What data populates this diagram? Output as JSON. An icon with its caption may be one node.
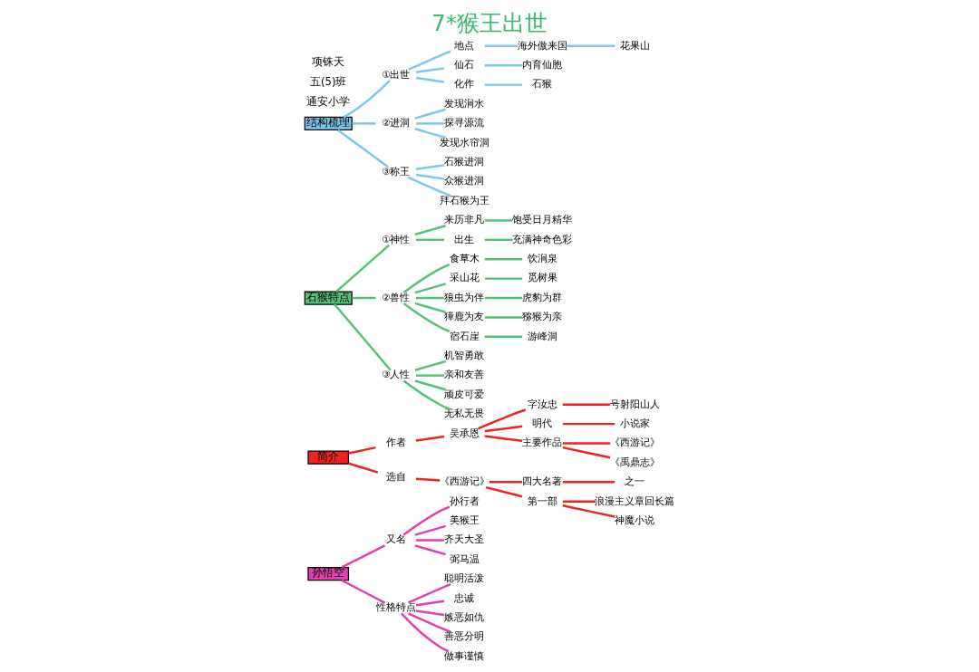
{
  "diagram": {
    "title": "7*猴王出世",
    "nodes": [
      {
        "text": [
          "孙悟空"
        ]
      },
      {
        "text": [
          "又名"
        ]
      },
      {
        "text": [
          "孙行者"
        ]
      },
      {
        "text": [
          "美猴王"
        ]
      },
      {
        "text": [
          "齐天大圣"
        ]
      },
      {
        "text": [
          "弼马温"
        ]
      },
      {
        "text": [
          "性格特点"
        ]
      },
      {
        "text": [
          "聪明活泼"
        ]
      },
      {
        "text": [
          "忠诚"
        ]
      },
      {
        "text": [
          "嫉恶如仇"
        ]
      },
      {
        "text": [
          "善恶分明"
        ]
      },
      {
        "text": [
          "做事谨慎"
        ]
      },
      {
        "text": [
          "简介"
        ]
      },
      {
        "text": [
          "作者"
        ]
      },
      {
        "text": [
          "吴承恩"
        ]
      },
      {
        "text": [
          "字汝忠"
        ]
      },
      {
        "text": [
          "号射阳山人"
        ]
      },
      {
        "text": [
          "明代"
        ]
      },
      {
        "text": [
          "小说家"
        ]
      },
      {
        "text": [
          "主要作品"
        ]
      },
      {
        "text": [
          "《西游记》"
        ]
      },
      {
        "text": [
          "《禹鼎志》"
        ]
      },
      {
        "text": [
          "选自"
        ]
      },
      {
        "text": [
          "《西游记》"
        ]
      },
      {
        "text": [
          "四大名著"
        ]
      },
      {
        "text": [
          "之一"
        ]
      },
      {
        "text": [
          "第一部"
        ]
      },
      {
        "text": [
          "浪漫主义章回长篇"
        ]
      },
      {
        "text": [
          "神魔小说"
        ]
      },
      {
        "text": [
          "石猴特点"
        ]
      },
      {
        "text": [
          "①神性"
        ]
      },
      {
        "text": [
          "来历非凡"
        ]
      },
      {
        "text": [
          "饱受日月精华"
        ]
      },
      {
        "text": [
          "出生"
        ]
      },
      {
        "text": [
          "充满神奇色彩"
        ]
      },
      {
        "text": [
          "②兽性"
        ]
      },
      {
        "text": [
          "食草木"
        ]
      },
      {
        "text": [
          "饮涧泉"
        ]
      },
      {
        "text": [
          "采山花"
        ]
      },
      {
        "text": [
          "觅树果"
        ]
      },
      {
        "text": [
          "狼虫为伴"
        ]
      },
      {
        "text": [
          "虎豹为群"
        ]
      },
      {
        "text": [
          "獐鹿为友"
        ]
      },
      {
        "text": [
          "猕猴为亲"
        ]
      },
      {
        "text": [
          "宿石崖"
        ]
      },
      {
        "text": [
          "游峰洞"
        ]
      },
      {
        "text": [
          "③人性"
        ]
      },
      {
        "text": [
          "机智勇敢"
        ]
      },
      {
        "text": [
          "亲和友善"
        ]
      },
      {
        "text": [
          "顽皮可爱"
        ]
      },
      {
        "text": [
          "无私无畏"
        ]
      },
      {
        "text": [
          "结构梳理"
        ]
      },
      {
        "text": [
          "①出世"
        ]
      },
      {
        "text": [
          "地点"
        ]
      },
      {
        "text": [
          "海外傲来国"
        ]
      },
      {
        "text": [
          "花果山"
        ]
      },
      {
        "text": [
          "仙石"
        ]
      },
      {
        "text": [
          "内育仙胞"
        ]
      },
      {
        "text": [
          "化作"
        ]
      },
      {
        "text": [
          "石猴"
        ]
      },
      {
        "text": [
          "②进洞"
        ]
      },
      {
        "text": [
          "发现涧水"
        ]
      },
      {
        "text": [
          "探寻源流"
        ]
      },
      {
        "text": [
          "发现水帘洞"
        ]
      },
      {
        "text": [
          "③称王"
        ]
      },
      {
        "text": [
          "石猴进洞"
        ]
      },
      {
        "text": [
          "众猴进洞"
        ]
      },
      {
        "text": [
          "拜石猴为王"
        ]
      }
    ],
    "edges": [
      {
        "from": 0,
        "to": 1,
        "arrow": "none",
        "color": "#e040b0"
      },
      {
        "from": 1,
        "to": 2,
        "arrow": "none",
        "color": "#e040b0"
      },
      {
        "from": 1,
        "to": 3,
        "arrow": "none",
        "color": "#e040b0"
      },
      {
        "from": 1,
        "to": 4,
        "arrow": "none",
        "color": "#e040b0"
      },
      {
        "from": 1,
        "to": 5,
        "arrow": "none",
        "color": "#e040b0"
      },
      {
        "from": 0,
        "to": 6,
        "arrow": "none",
        "color": "#e040b0"
      },
      {
        "from": 6,
        "to": 7,
        "arrow": "none",
        "color": "#e040b0"
      },
      {
        "from": 6,
        "to": 8,
        "arrow": "none",
        "color": "#e040b0"
      },
      {
        "from": 6,
        "to": 9,
        "arrow": "none",
        "color": "#e040b0"
      },
      {
        "from": 6,
        "to": 10,
        "arrow": "none",
        "color": "#e040b0"
      },
      {
        "from": 6,
        "to": 11,
        "arrow": "none",
        "color": "#e040b0"
      },
      {
        "from": 12,
        "to": 13,
        "arrow": "none",
        "color": "#ee2222"
      },
      {
        "from": 13,
        "to": 14,
        "arrow": "none",
        "color": "#ee2222"
      },
      {
        "from": 14,
        "to": 15,
        "arrow": "none",
        "color": "#ee2222"
      },
      {
        "from": 15,
        "to": 16,
        "arrow": "none",
        "color": "#ee2222"
      },
      {
        "from": 14,
        "to": 17,
        "arrow": "none",
        "color": "#ee2222"
      },
      {
        "from": 17,
        "to": 18,
        "arrow": "none",
        "color": "#ee2222"
      },
      {
        "from": 14,
        "to": 19,
        "arrow": "none",
        "color": "#ee2222"
      },
      {
        "from": 19,
        "to": 20,
        "arrow": "none",
        "color": "#ee2222"
      },
      {
        "from": 19,
        "to": 21,
        "arrow": "none",
        "color": "#ee2222"
      },
      {
        "from": 12,
        "to": 22,
        "arrow": "none",
        "color": "#ee2222"
      },
      {
        "from": 22,
        "to": 23,
        "arrow": "none",
        "color": "#ee2222"
      },
      {
        "from": 23,
        "to": 24,
        "arrow": "none",
        "color": "#ee2222"
      },
      {
        "from": 24,
        "to": 25,
        "arrow": "none",
        "color": "#ee2222"
      },
      {
        "from": 23,
        "to": 26,
        "arrow": "none",
        "color": "#ee2222"
      },
      {
        "from": 26,
        "to": 27,
        "arrow": "none",
        "color": "#ee2222"
      },
      {
        "from": 26,
        "to": 28,
        "arrow": "none",
        "color": "#ee2222"
      },
      {
        "from": 29,
        "to": 30,
        "arrow": "none",
        "color": "#55c07a"
      },
      {
        "from": 30,
        "to": 31,
        "arrow": "none",
        "color": "#55c07a"
      },
      {
        "from": 31,
        "to": 32,
        "arrow": "none",
        "color": "#55c07a"
      },
      {
        "from": 30,
        "to": 33,
        "arrow": "none",
        "color": "#55c07a"
      },
      {
        "from": 33,
        "to": 34,
        "arrow": "none",
        "color": "#55c07a"
      },
      {
        "from": 29,
        "to": 35,
        "arrow": "none",
        "color": "#55c07a"
      },
      {
        "from": 35,
        "to": 36,
        "arrow": "none",
        "color": "#55c07a"
      },
      {
        "from": 36,
        "to": 37,
        "arrow": "none",
        "color": "#55c07a"
      },
      {
        "from": 35,
        "to": 38,
        "arrow": "none",
        "color": "#55c07a"
      },
      {
        "from": 38,
        "to": 39,
        "arrow": "none",
        "color": "#55c07a"
      },
      {
        "from": 35,
        "to": 40,
        "arrow": "none",
        "color": "#55c07a"
      },
      {
        "from": 40,
        "to": 41,
        "arrow": "none",
        "color": "#55c07a"
      },
      {
        "from": 35,
        "to": 42,
        "arrow": "none",
        "color": "#55c07a"
      },
      {
        "from": 42,
        "to": 43,
        "arrow": "none",
        "color": "#55c07a"
      },
      {
        "from": 35,
        "to": 44,
        "arrow": "none",
        "color": "#55c07a"
      },
      {
        "from": 44,
        "to": 45,
        "arrow": "none",
        "color": "#55c07a"
      },
      {
        "from": 29,
        "to": 46,
        "arrow": "none",
        "color": "#55c07a"
      },
      {
        "from": 46,
        "to": 47,
        "arrow": "none",
        "color": "#55c07a"
      },
      {
        "from": 46,
        "to": 48,
        "arrow": "none",
        "color": "#55c07a"
      },
      {
        "from": 46,
        "to": 49,
        "arrow": "none",
        "color": "#55c07a"
      },
      {
        "from": 46,
        "to": 50,
        "arrow": "none",
        "color": "#55c07a"
      },
      {
        "from": 51,
        "to": 52,
        "arrow": "none",
        "color": "#7cc8ec"
      },
      {
        "from": 52,
        "to": 53,
        "arrow": "none",
        "color": "#7cc8ec"
      },
      {
        "from": 53,
        "to": 54,
        "arrow": "none",
        "color": "#7cc8ec"
      },
      {
        "from": 54,
        "to": 55,
        "arrow": "none",
        "color": "#7cc8ec"
      },
      {
        "from": 52,
        "to": 56,
        "arrow": "none",
        "color": "#7cc8ec"
      },
      {
        "from": 56,
        "to": 57,
        "arrow": "none",
        "color": "#7cc8ec"
      },
      {
        "from": 52,
        "to": 58,
        "arrow": "none",
        "color": "#7cc8ec"
      },
      {
        "from": 58,
        "to": 59,
        "arrow": "none",
        "color": "#7cc8ec"
      },
      {
        "from": 51,
        "to": 60,
        "arrow": "none",
        "color": "#7cc8ec"
      },
      {
        "from": 60,
        "to": 61,
        "arrow": "none",
        "color": "#7cc8ec"
      },
      {
        "from": 60,
        "to": 62,
        "arrow": "none",
        "color": "#7cc8ec"
      },
      {
        "from": 60,
        "to": 63,
        "arrow": "none",
        "color": "#7cc8ec"
      },
      {
        "from": 51,
        "to": 64,
        "arrow": "none",
        "color": "#7cc8ec"
      },
      {
        "from": 64,
        "to": 65,
        "arrow": "none",
        "color": "#7cc8ec"
      },
      {
        "from": 64,
        "to": 66,
        "arrow": "none",
        "color": "#7cc8ec"
      },
      {
        "from": 64,
        "to": 67,
        "arrow": "none",
        "color": "#7cc8ec"
      }
    ],
    "labels": [
      "通安小学",
      "五(5)班",
      "项铢天"
    ]
  }
}
